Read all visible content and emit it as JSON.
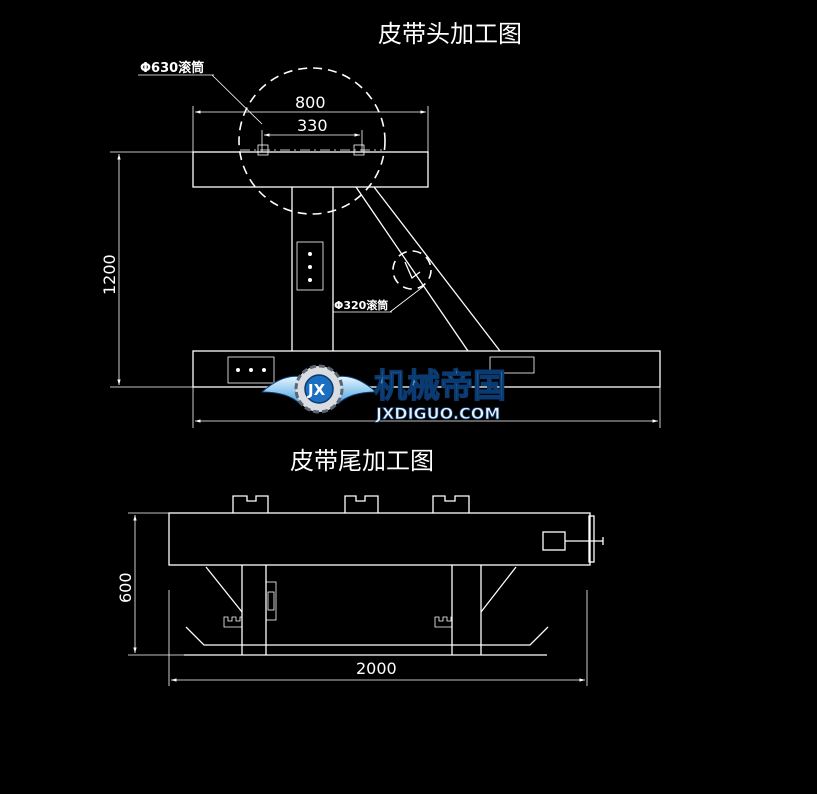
{
  "head": {
    "title": "皮带头加工图",
    "roller_large_label": "Φ630滚筒",
    "roller_small_label": "Φ320滚筒",
    "dim_width": "800",
    "dim_inner": "330",
    "dim_height": "1200"
  },
  "tail": {
    "title": "皮带尾加工图",
    "dim_height": "600",
    "dim_length": "2000"
  },
  "watermark": {
    "brand": "机械帝国",
    "url": "JXDIGUO.COM",
    "badge": "JX"
  }
}
